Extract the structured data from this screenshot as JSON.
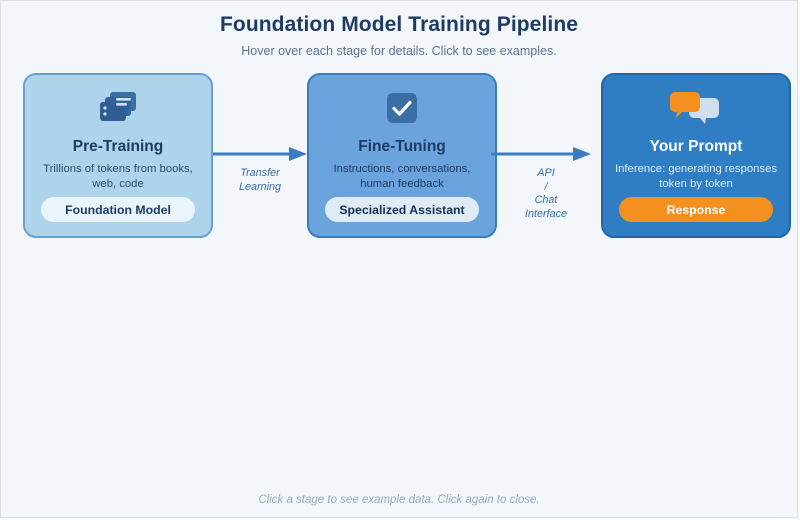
{
  "header": {
    "title": "Foundation Model Training Pipeline",
    "subtitle": "Hover over each stage for details. Click to see examples."
  },
  "colors": {
    "page_background": "#f3f7fc",
    "title": "#1f3b63",
    "stage_1_fill": "#aed4ec",
    "stage_1_border": "#6a9fd0",
    "stage_2_fill": "#6ba3dd",
    "stage_2_border": "#3b7cbf",
    "stage_3_fill": "#2f7ec4",
    "stage_3_border": "#2366a5",
    "accent_orange": "#f3901f",
    "arrow": "#3b7cbf"
  },
  "stages": [
    {
      "icon": "stacked-documents-icon",
      "title": "Pre-Training",
      "description": "Trillions of tokens from books, web, code",
      "pill_label": "Foundation Model"
    },
    {
      "icon": "checkmark-icon",
      "title": "Fine-Tuning",
      "description": "Instructions, conversations, human feedback",
      "pill_label": "Specialized Assistant"
    },
    {
      "icon": "chat-bubbles-icon",
      "title": "Your Prompt",
      "description": "Inference: generating responses token by token",
      "pill_label": "Response"
    }
  ],
  "connectors": [
    {
      "label": "Transfer\nLearning"
    },
    {
      "label": "API\n/\nChat\nInterface"
    }
  ],
  "footer": {
    "hint": "Click a stage to see example data. Click again to close."
  }
}
